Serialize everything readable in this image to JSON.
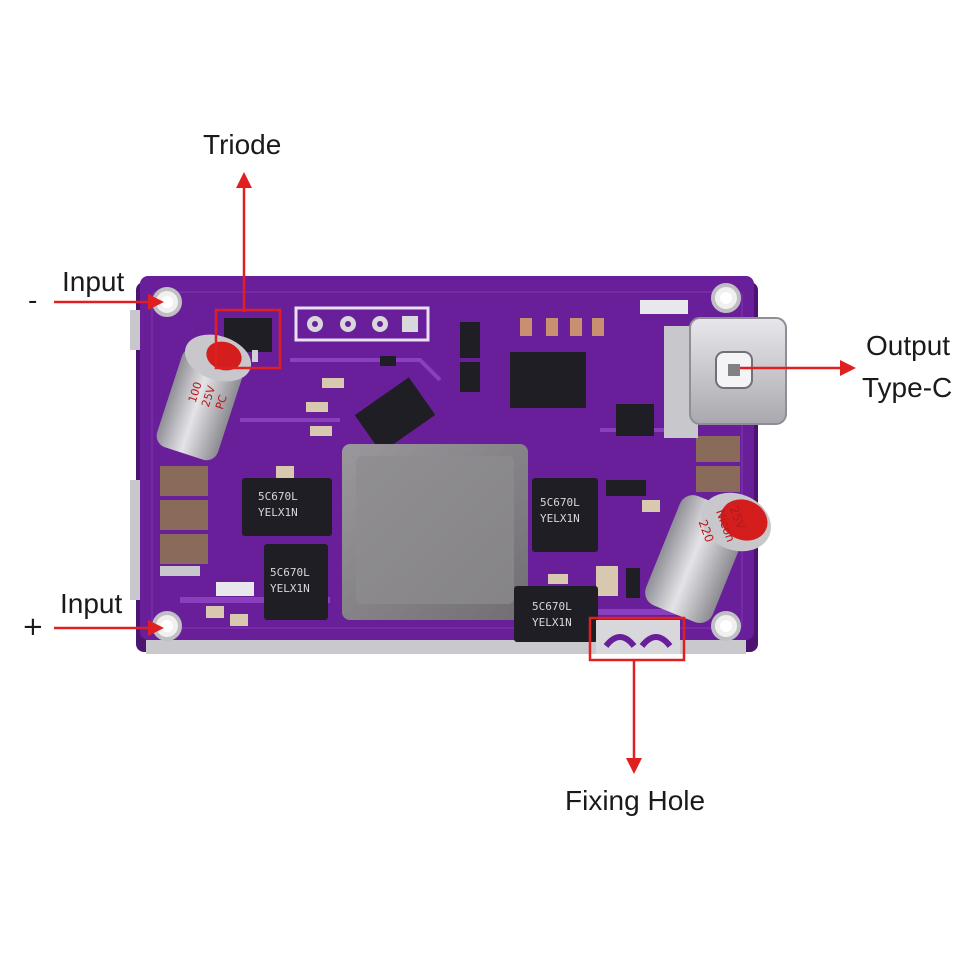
{
  "labels": {
    "triode": "Triode",
    "input_minus": "Input",
    "input_plus": "Input",
    "output_line1": "Output",
    "output_line2": "Type-C",
    "fixing_hole": "Fixing Hole"
  },
  "signs": {
    "minus": "-",
    "plus": "+"
  },
  "markings": {
    "mosfet_line1": "5C670L",
    "mosfet_line2": "YELX1N",
    "cap_small_value": "100",
    "cap_small_voltage": "25V",
    "cap_small_series": "PC",
    "cap_large_value": "220",
    "cap_large_voltage": "25V",
    "cap_large_brand": "Nicon"
  },
  "colors": {
    "pcb": "#6a1f9a",
    "pcb_dark": "#4c1470",
    "callout": "#e02020",
    "inductor": "#8d8b8e",
    "chip": "#1e1e24",
    "capacitor_body": "#b8b8bd",
    "capacitor_top": "#d41e1e"
  }
}
